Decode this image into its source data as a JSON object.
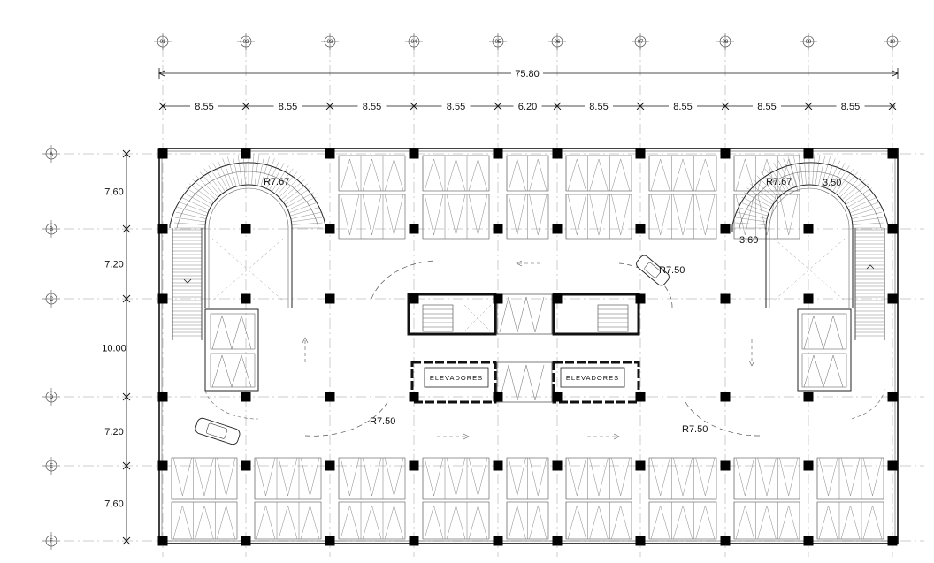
{
  "grid": {
    "columns": [
      "01",
      "02",
      "03",
      "04",
      "05",
      "06",
      "07",
      "08",
      "09",
      "10"
    ],
    "rows": [
      "A",
      "B",
      "C",
      "D",
      "E",
      "F"
    ]
  },
  "dimensions": {
    "overall": "75.80",
    "spans": [
      "8.55",
      "8.55",
      "8.55",
      "8.55",
      "6.20",
      "8.55",
      "8.55",
      "8.55",
      "8.55"
    ],
    "row_spans": [
      "7.60",
      "7.20",
      "10.00",
      "7.20",
      "7.60"
    ]
  },
  "annotations": {
    "radius_top_left": "R7.67",
    "radius_top_right": "R7.67",
    "dim_top_right": "3.50",
    "dim_right": "3.60",
    "radius_car_top": "R7.50",
    "radius_bottom_left": "R7.50",
    "radius_bottom_right": "R7.50"
  },
  "elevators": {
    "left_label": "ELEVADORES",
    "right_label": "ELEVADORES"
  }
}
